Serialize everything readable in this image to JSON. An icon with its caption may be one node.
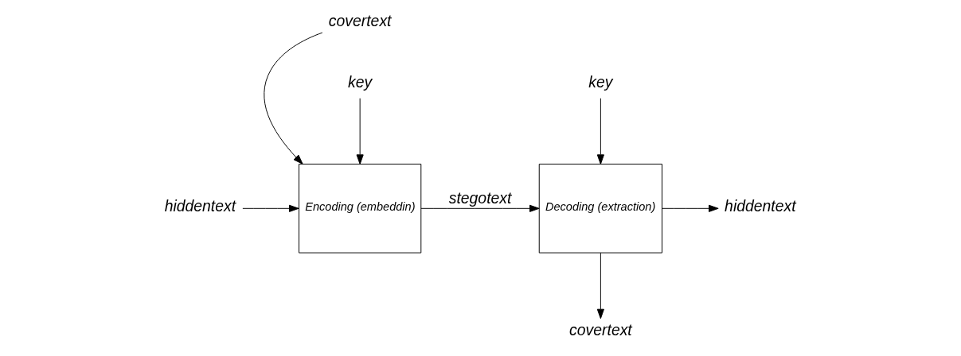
{
  "diagram": {
    "nodes": [
      {
        "text": [
          "covertext"
        ]
      },
      {
        "text": [
          "covertext"
        ]
      },
      {
        "text": [
          "hiddentext"
        ]
      },
      {
        "text": [
          "Encoding (embeddin)"
        ]
      },
      {
        "text": [
          "Decoding (extraction)"
        ]
      },
      {
        "text": [
          "hiddentext"
        ]
      },
      {
        "text": [
          "key"
        ]
      },
      {
        "text": [
          "key"
        ]
      }
    ],
    "edges": [
      {
        "from": 2,
        "to": 3,
        "arrow": "to"
      },
      {
        "from": 0,
        "to": 3,
        "arrow": "to"
      },
      {
        "from": 6,
        "to": 3,
        "arrow": "to"
      },
      {
        "from": 3,
        "to": 4,
        "label": "stegotext",
        "arrow": "to"
      },
      {
        "from": 4,
        "to": 1,
        "arrow": "to"
      },
      {
        "from": 7,
        "to": 4,
        "arrow": "to"
      },
      {
        "from": 4,
        "to": 5,
        "arrow": "to"
      }
    ]
  }
}
